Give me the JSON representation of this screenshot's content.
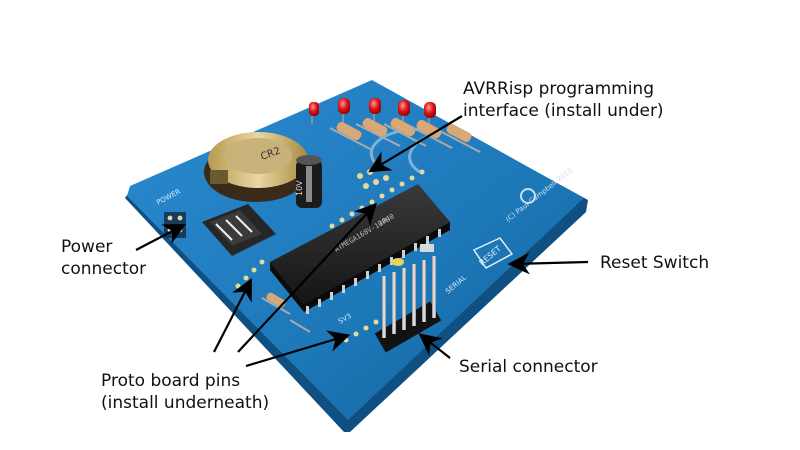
{
  "annotations": {
    "avr_line1": "AVRRisp programming",
    "avr_line2": "interface (install under)",
    "power_line1": "Power",
    "power_line2": "connector",
    "reset": "Reset Switch",
    "serial": "Serial connector",
    "proto_line1": "Proto board pins",
    "proto_line2": "(install underneath)"
  },
  "board_silkscreen": {
    "power": "POWER",
    "reset": "RESET",
    "serial": "SERIAL",
    "sv3": "SV3",
    "chip": "ATMEGA168V-10PU",
    "chip_code": "1040",
    "capacitor": "10V",
    "crystal": "CR2"
  },
  "colors": {
    "board": "#1d78b8",
    "board_edge": "#0f4f82",
    "chip": "#1e1e1e",
    "led": "#e01010",
    "annotation_arrow": "#000000"
  }
}
